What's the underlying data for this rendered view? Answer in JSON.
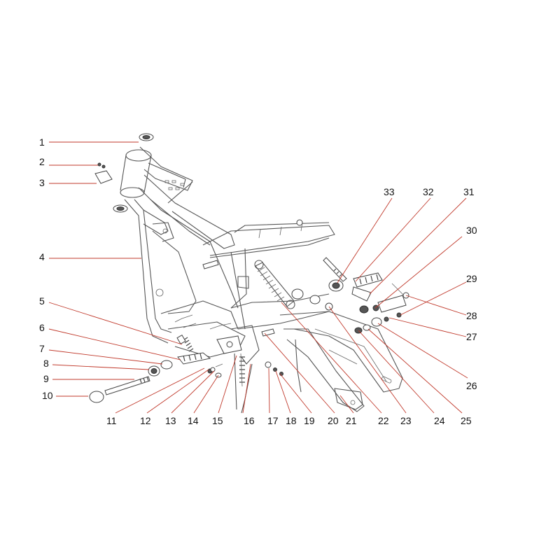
{
  "diagram": {
    "callouts": [
      {
        "num": "1"
      },
      {
        "num": "2"
      },
      {
        "num": "3"
      },
      {
        "num": "4"
      },
      {
        "num": "5"
      },
      {
        "num": "6"
      },
      {
        "num": "7"
      },
      {
        "num": "8"
      },
      {
        "num": "9"
      },
      {
        "num": "10"
      },
      {
        "num": "11"
      },
      {
        "num": "12"
      },
      {
        "num": "13"
      },
      {
        "num": "14"
      },
      {
        "num": "15"
      },
      {
        "num": "16"
      },
      {
        "num": "17"
      },
      {
        "num": "18"
      },
      {
        "num": "19"
      },
      {
        "num": "20"
      },
      {
        "num": "21"
      },
      {
        "num": "22"
      },
      {
        "num": "23"
      },
      {
        "num": "24"
      },
      {
        "num": "25"
      },
      {
        "num": "26"
      },
      {
        "num": "27"
      },
      {
        "num": "28"
      },
      {
        "num": "29"
      },
      {
        "num": "30"
      },
      {
        "num": "31"
      },
      {
        "num": "32"
      },
      {
        "num": "33"
      }
    ],
    "colors": {
      "leader": "#c0392b",
      "linework": "#555555",
      "text": "#111111",
      "background": "#ffffff"
    }
  }
}
